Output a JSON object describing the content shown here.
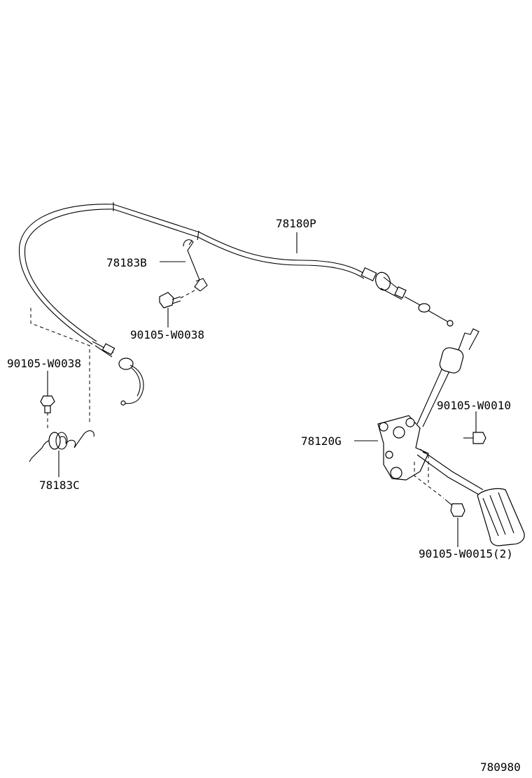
{
  "diagram_id": "780980",
  "parts": [
    {
      "number": "78180P",
      "name": "accelerator-cable"
    },
    {
      "number": "78183B",
      "name": "cable-clamp-upper"
    },
    {
      "number": "90105-W0038",
      "name": "bolt-upper"
    },
    {
      "number": "90105-W0038",
      "name": "bolt-left"
    },
    {
      "number": "78183C",
      "name": "return-spring"
    },
    {
      "number": "78120G",
      "name": "accelerator-pedal-assembly"
    },
    {
      "number": "90105-W0010",
      "name": "bolt-pedal-upper"
    },
    {
      "number": "90105-W0015(2)",
      "name": "bolt-pedal-lower"
    }
  ]
}
